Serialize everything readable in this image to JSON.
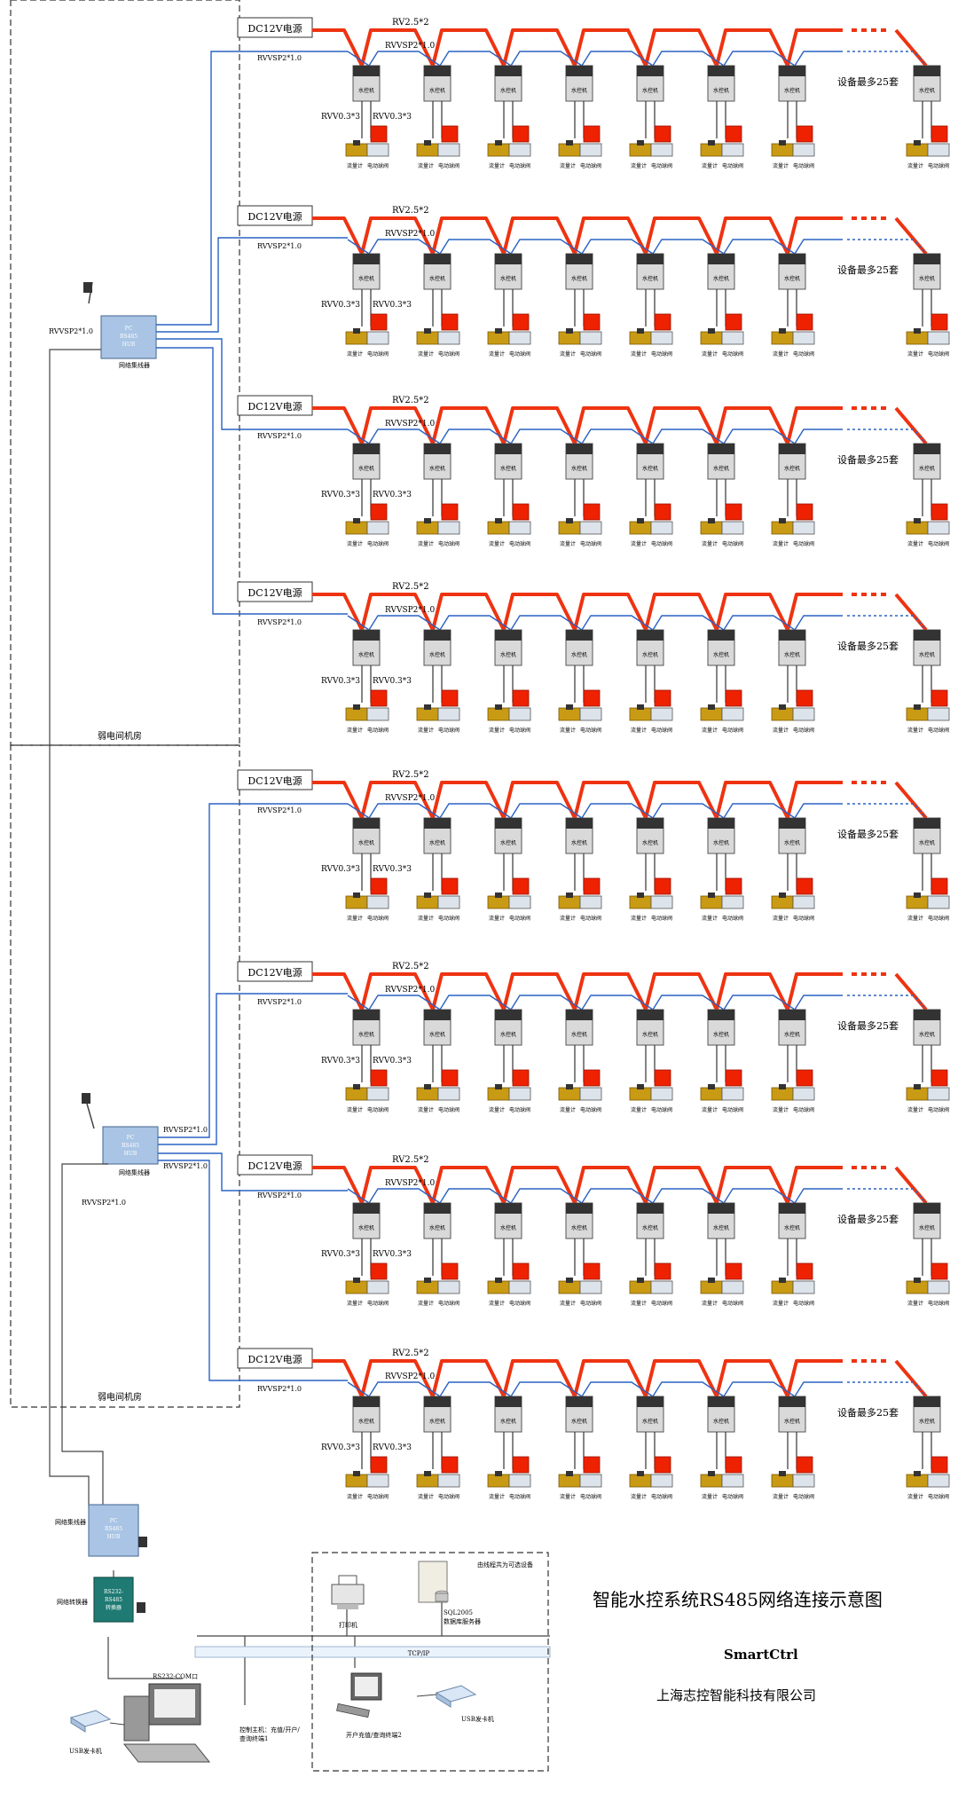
{
  "labels": {
    "power": "DC12V电源",
    "rv": "RV2.5*2",
    "rvvsp": "RVVSP2*1.0",
    "rvv": "RVV0.3*3",
    "device": "水控机",
    "flowmeter": "流量计",
    "valve": "电动球阀",
    "max_note": "设备最多25套",
    "machine_room": "弱电间机房",
    "hub": "网络集线器",
    "hub_inner": "PC\nRS485\nHUB",
    "converter": "网络转换器",
    "converter_inner": "RS232-\nRS485\n转换器",
    "com_label": "RS232-COM口",
    "tcpip": "TCP/IP",
    "wireless_equipment": "由线程共为可选设备",
    "server": "SQL2005\n数据库服务器",
    "printer": "打印机",
    "workstation2": "开户充值/查询终端2",
    "card_reader": "USB发卡机",
    "main_host": "控制主机：充值/开户/\n查询终端1"
  },
  "title": "智能水控系统RS485网络连接示意图",
  "brand": "SmartCtrl",
  "company": "上海志控智能科技有限公司",
  "rows": 8,
  "devices_per_row": 8,
  "colors": {
    "power_line": "#ee3311",
    "bus_line": "#2a62c4",
    "device_body": "#d9d9d9",
    "device_top": "#333333",
    "valve_red": "#ee2200",
    "flow_gold": "#c99a14",
    "hub_fill": "#a9c4e4",
    "converter_fill": "#1e7a72"
  }
}
